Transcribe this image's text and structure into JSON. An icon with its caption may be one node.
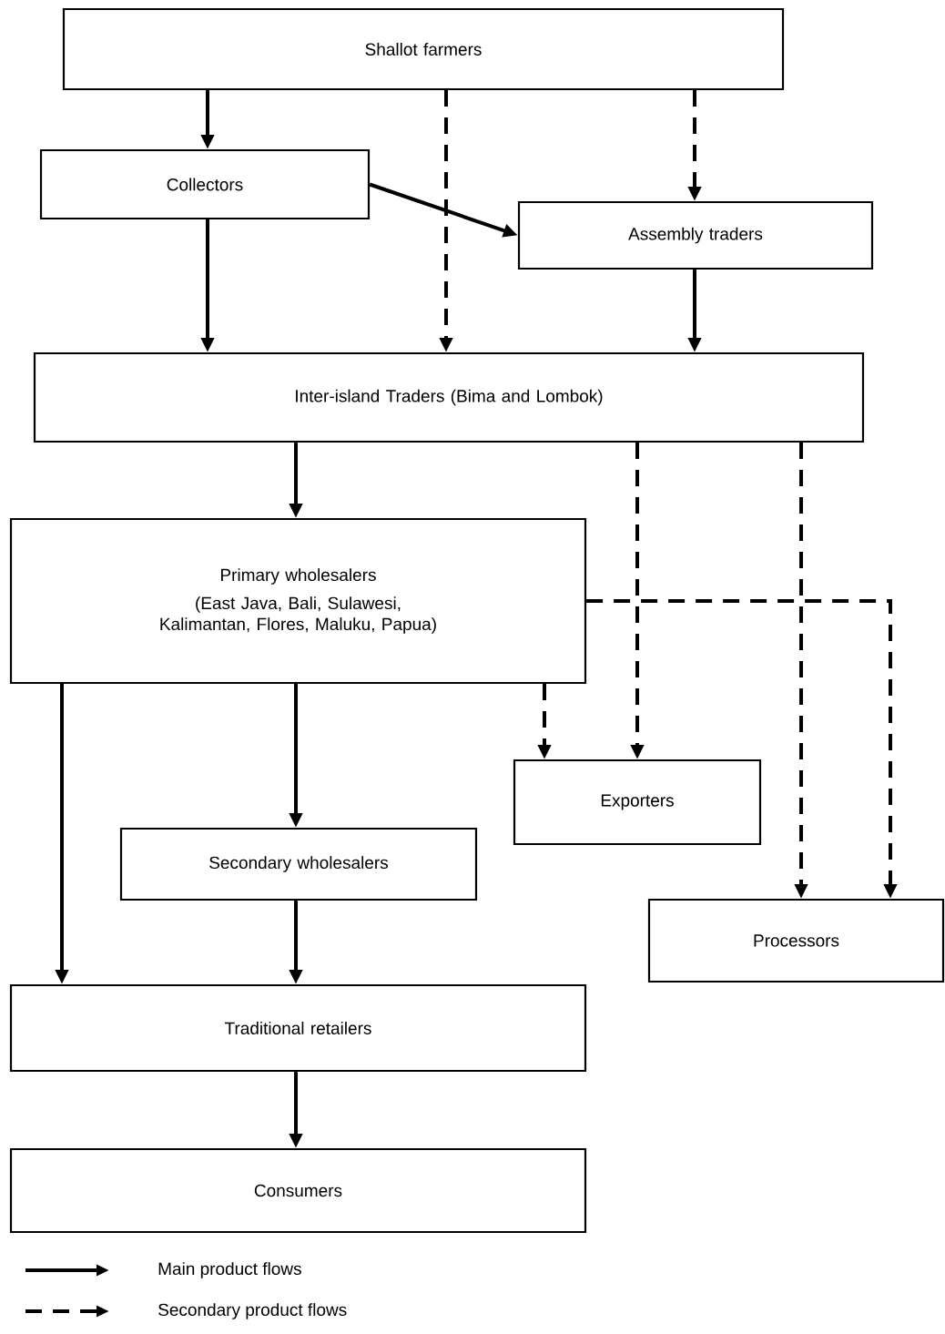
{
  "diagram": {
    "nodes": [
      {
        "text": [
          "Shallot farmers"
        ]
      },
      {
        "text": [
          "Collectors"
        ]
      },
      {
        "text": [
          "Assembly traders"
        ]
      },
      {
        "text": [
          "Inter-island Traders (Bima and Lombok)"
        ]
      },
      {
        "text": [
          "Primary wholesalers",
          "(East Java, Bali, Sulawesi, Kalimantan, Flores, Maluku, Papua)"
        ]
      },
      {
        "text": [
          "Exporters"
        ]
      },
      {
        "text": [
          "Secondary wholesalers"
        ]
      },
      {
        "text": [
          "Processors"
        ]
      },
      {
        "text": [
          "Traditional retailers"
        ]
      },
      {
        "text": [
          "Consumers"
        ]
      }
    ],
    "edges": [
      {
        "from": 0,
        "to": 1,
        "arrow": "to"
      },
      {
        "from": 0,
        "to": 3,
        "arrow": "to",
        "style": "dashed"
      },
      {
        "from": 0,
        "to": 2,
        "arrow": "to",
        "style": "dashed"
      },
      {
        "from": 1,
        "to": 2,
        "arrow": "to"
      },
      {
        "from": 1,
        "to": 3,
        "arrow": "to"
      },
      {
        "from": 2,
        "to": 3,
        "arrow": "to"
      },
      {
        "from": 3,
        "to": 4,
        "arrow": "to"
      },
      {
        "from": 3,
        "to": 5,
        "arrow": "to",
        "style": "dashed"
      },
      {
        "from": 3,
        "to": 7,
        "arrow": "to",
        "style": "dashed"
      },
      {
        "from": 4,
        "to": 5,
        "arrow": "to",
        "style": "dashed"
      },
      {
        "from": 4,
        "to": 7,
        "arrow": "to",
        "style": "dashed"
      },
      {
        "from": 4,
        "to": 8,
        "arrow": "to"
      },
      {
        "from": 4,
        "to": 6,
        "arrow": "to"
      },
      {
        "from": 6,
        "to": 8,
        "arrow": "to"
      },
      {
        "from": 8,
        "to": 9,
        "arrow": "to"
      }
    ],
    "legend": [
      {
        "text": "Main product flows"
      },
      {
        "text": "Secondary product flows"
      }
    ]
  }
}
